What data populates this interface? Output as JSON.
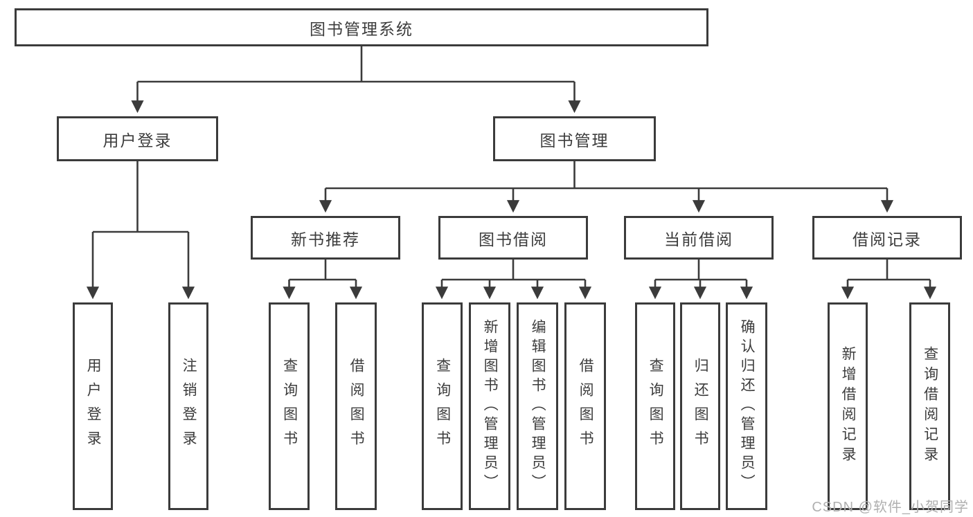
{
  "diagram": {
    "root": {
      "label": "图书管理系统"
    },
    "level2": [
      {
        "label": "用户登录"
      },
      {
        "label": "图书管理"
      }
    ],
    "level3": [
      {
        "label": "新书推荐"
      },
      {
        "label": "图书借阅"
      },
      {
        "label": "当前借阅"
      },
      {
        "label": "借阅记录"
      }
    ],
    "leaves": [
      {
        "label": "用户登录"
      },
      {
        "label": "注销登录"
      },
      {
        "label": "查询图书"
      },
      {
        "label": "借阅图书"
      },
      {
        "label": "查询图书"
      },
      {
        "label": "新增图书（管理员）"
      },
      {
        "label": "编辑图书（管理员）"
      },
      {
        "label": "借阅图书"
      },
      {
        "label": "查询图书"
      },
      {
        "label": "归还图书"
      },
      {
        "label": "确认归还（管理员）"
      },
      {
        "label": "新增借阅记录"
      },
      {
        "label": "查询借阅记录"
      }
    ]
  },
  "watermark": {
    "text": "CSDN @软件_小贺同学"
  },
  "colors": {
    "line": "#3b3b3b",
    "text": "#3c3c3c",
    "watermark": "#b0b0b0",
    "background": "#ffffff"
  }
}
